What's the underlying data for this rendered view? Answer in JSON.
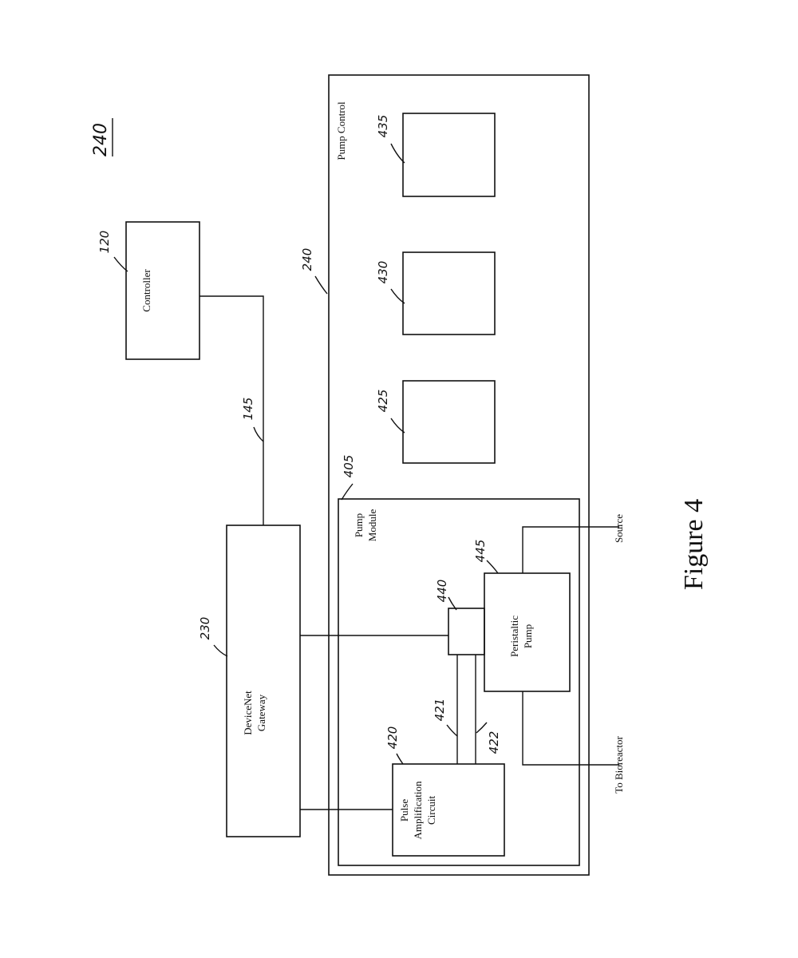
{
  "diagram": {
    "figure_ref": "240",
    "figure_caption": "Figure 4",
    "blocks": {
      "controller": "Controller",
      "gateway_line1": "DeviceNet",
      "gateway_line2": "Gateway",
      "pump_control": "Pump Control",
      "pump_module_line1": "Pump",
      "pump_module_line2": "Module",
      "peristaltic_line1": "Peristaltic",
      "peristaltic_line2": "Pump",
      "pulse_line1": "Pulse",
      "pulse_line2": "Amplification",
      "pulse_line3": "Circuit"
    },
    "ports": {
      "source": "Source",
      "to_bioreactor": "To Bioreactor"
    },
    "refs": {
      "controller": "120",
      "link": "145",
      "gateway": "230",
      "pump_control": "240",
      "pump_module": "405",
      "pulse_circuit": "420",
      "wire_a": "421",
      "wire_b": "422",
      "box_425": "425",
      "box_430": "430",
      "box_435": "435",
      "interface": "440",
      "peristaltic": "445"
    }
  }
}
